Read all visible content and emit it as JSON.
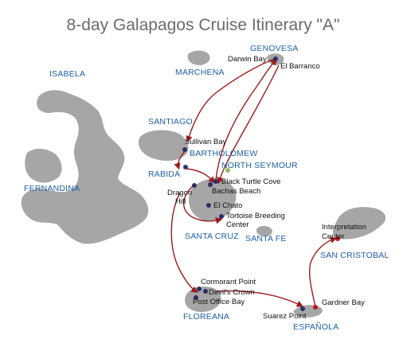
{
  "title": "8-day Galapagos Cruise Itinerary \"A\"",
  "islands": {
    "isabela": "ISABELA",
    "fernandina": "FERNANDINA",
    "santiago": "SANTIAGO",
    "bartholomew": "BARTHOLOMEW",
    "rabida": "RABIDA",
    "north_seymour": "NORTH SEYMOUR",
    "santa_cruz": "SANTA CRUZ",
    "santa_fe": "SANTA FE",
    "genovesa": "GENOVESA",
    "marchena": "MARCHENA",
    "san_cristobal": "SAN CRISTOBAL",
    "floreana": "FLOREANA",
    "espanola": "ESPAÑOLA"
  },
  "sites": {
    "darwin_bay": "Darwin Bay",
    "el_barranco": "El Barranco",
    "sullivan_bay": "Sullivan Bay",
    "black_turtle_cove": "Black Turtle Cove",
    "bachas_beach": "Bachas Beach",
    "dragon_hill_1": "Dragon",
    "dragon_hill_2": "Hill",
    "el_chato": "El Chato",
    "tortoise_breeding_1": "Tortoise Breeding",
    "tortoise_breeding_2": "Center",
    "interpretation_center_1": "Interpretation",
    "interpretation_center_2": "Center",
    "cormorant_point": "Cormorant Point",
    "devils_crown": "Devil's Crown",
    "post_office_bay": "Post Office Bay",
    "gardner_bay": "Gardner Bay",
    "suarez_point": "Suarez Point"
  },
  "colors": {
    "route": "#9b1c1c",
    "island": "#a6a6a6",
    "label_blue": "#1f5fa6",
    "stop": "#2b2f66",
    "stop_highlight": "#c0161c",
    "stop_green": "#8bc34a"
  }
}
